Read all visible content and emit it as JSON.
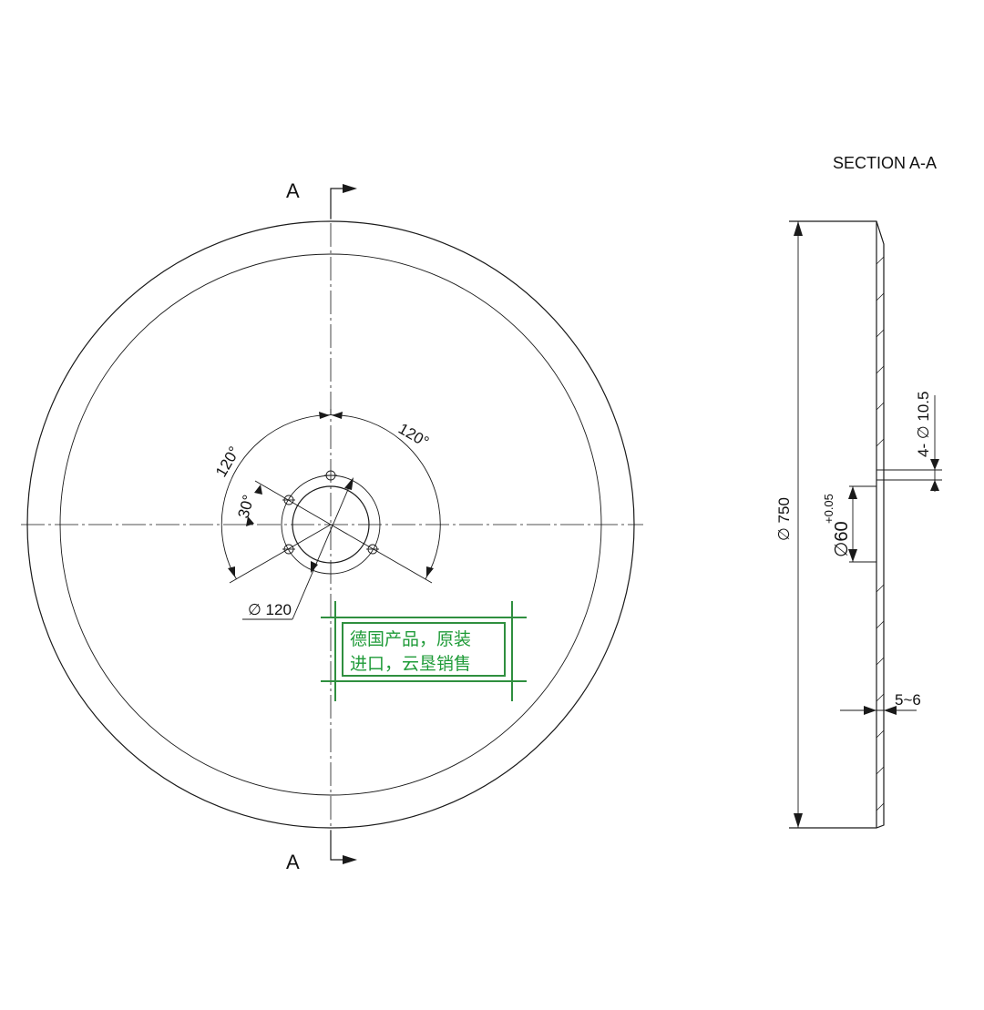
{
  "section_marker_top": "A",
  "section_marker_bottom": "A",
  "section_title": "SECTION A-A",
  "dimensions": {
    "bolt_circle": "∅ 120",
    "angle_top": "120°",
    "angle_left": "120°",
    "angle_small": "30°",
    "outer_diameter": "∅ 750",
    "bore": "∅60",
    "bore_tolerance": "+0.05",
    "holes": "4- ∅ 10.5",
    "thickness": "5~6"
  },
  "stamp": {
    "line1": "德国产品，原装",
    "line2": "进口，云垦销售"
  },
  "colors": {
    "line": "#1a1a1a",
    "stamp": "#1f9b38"
  }
}
